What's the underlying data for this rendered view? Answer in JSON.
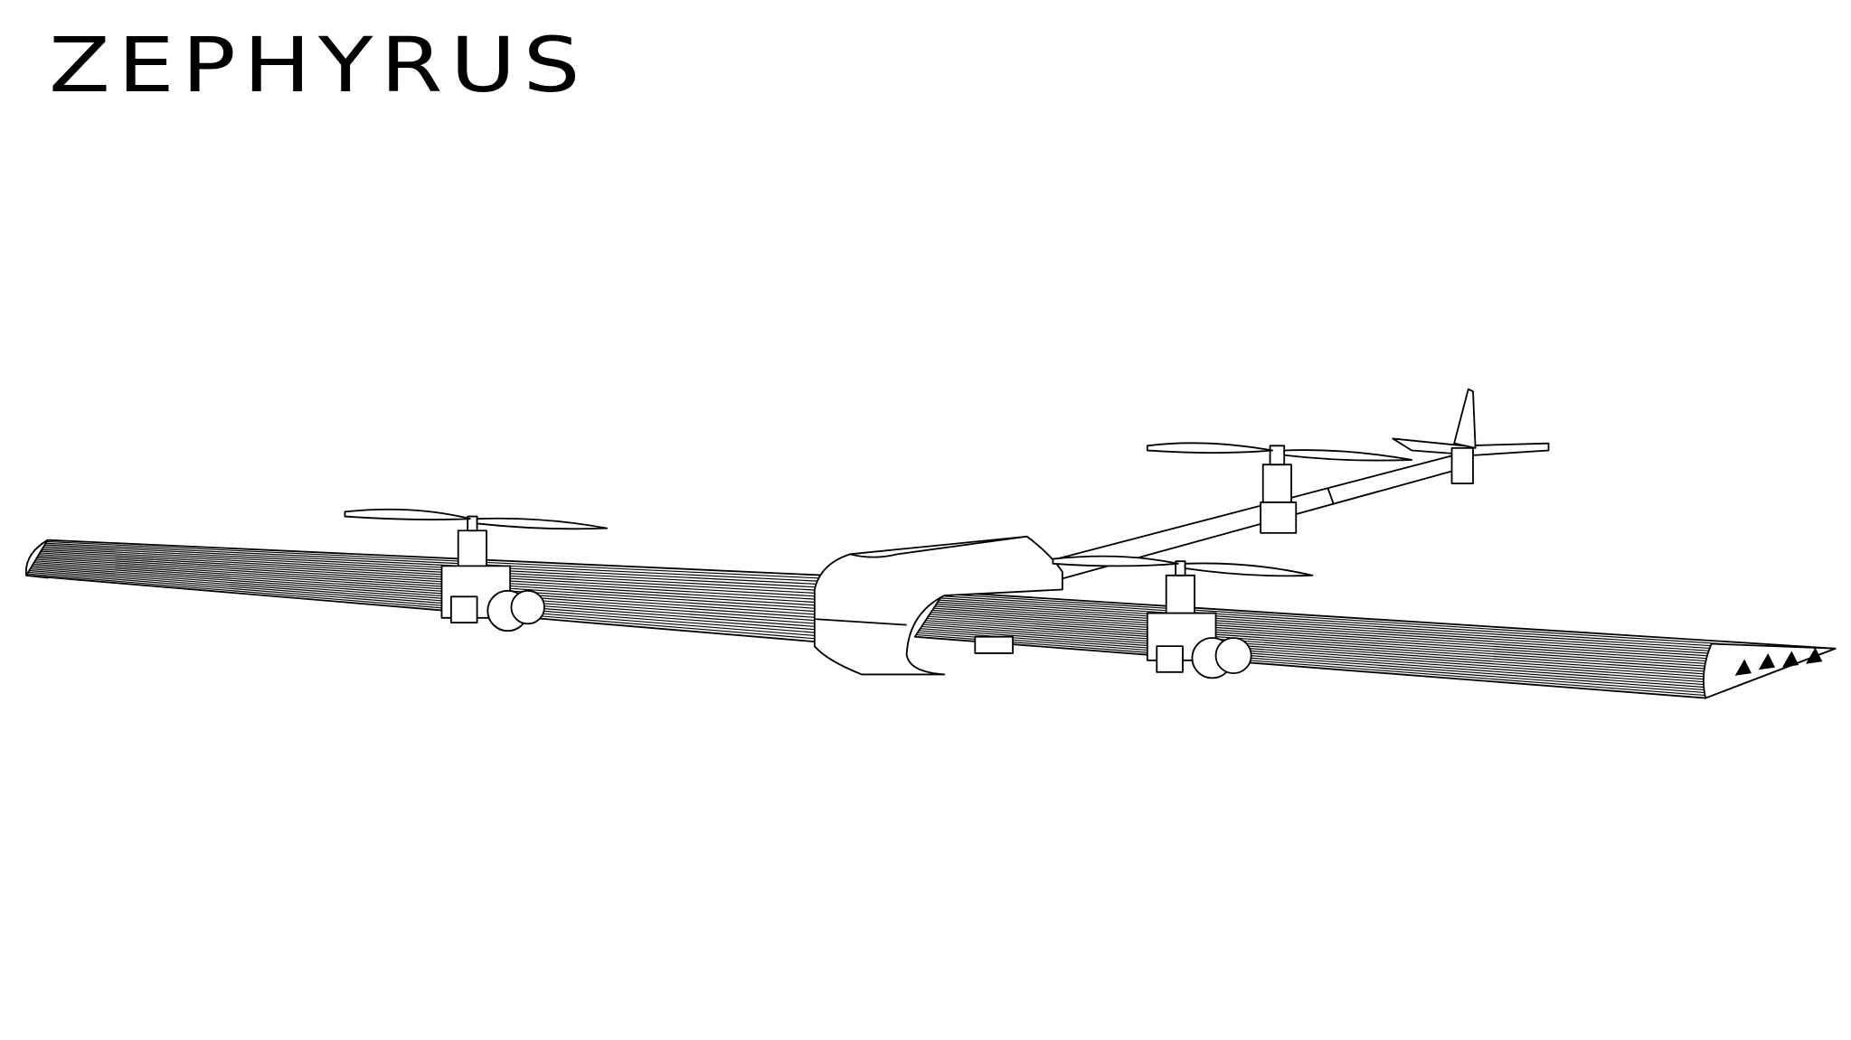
{
  "title": "ZEPHYRUS",
  "drawing": {
    "style": "black line art on white",
    "components": [
      "wing",
      "fuselage-pod",
      "tail-boom",
      "tail-fin",
      "propeller",
      "motor",
      "gear-assembly"
    ]
  },
  "colors": {
    "line": "#000000",
    "background": "#ffffff"
  }
}
